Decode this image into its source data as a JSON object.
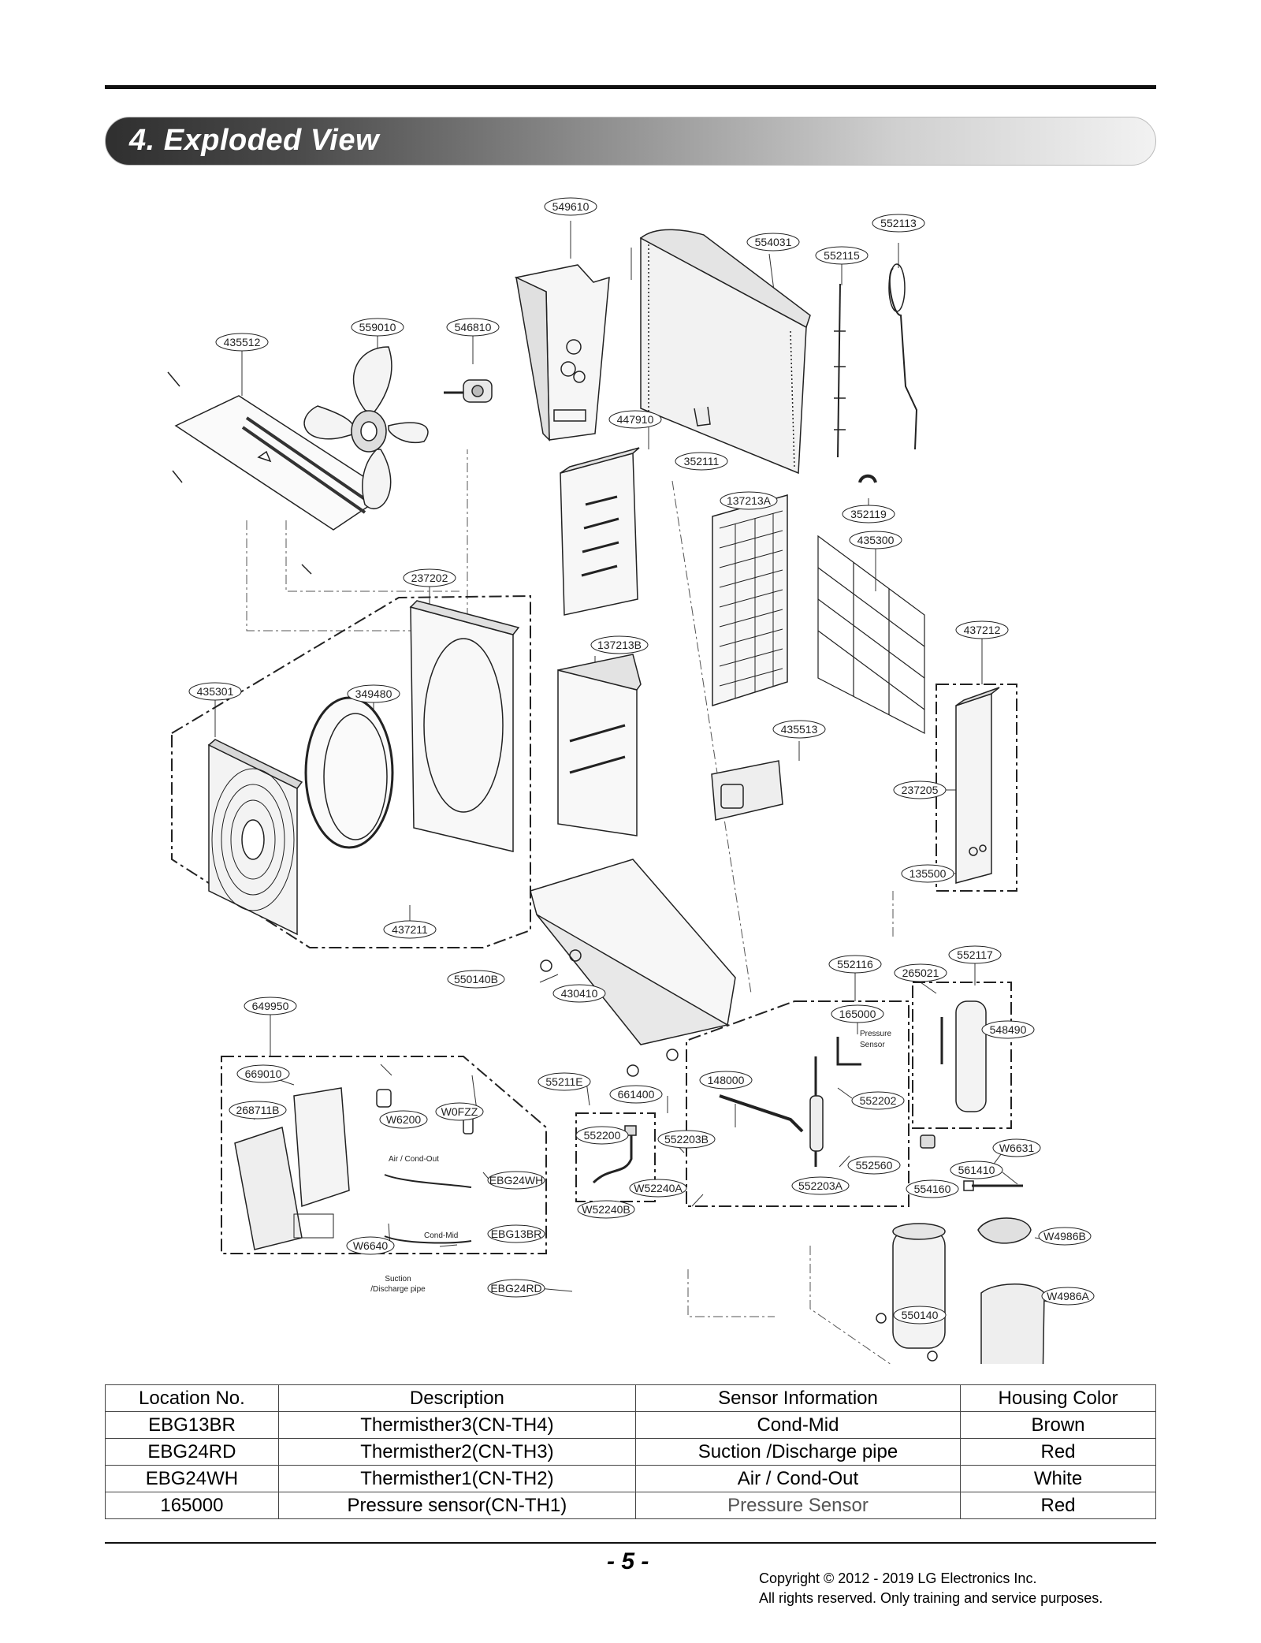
{
  "section_title": "4. Exploded View",
  "parts": [
    {
      "id": "549610"
    },
    {
      "id": "554031"
    },
    {
      "id": "552113"
    },
    {
      "id": "552115"
    },
    {
      "id": "435512"
    },
    {
      "id": "559010"
    },
    {
      "id": "546810"
    },
    {
      "id": "447910"
    },
    {
      "id": "352111"
    },
    {
      "id": "137213A"
    },
    {
      "id": "352119"
    },
    {
      "id": "435300"
    },
    {
      "id": "237202"
    },
    {
      "id": "137213B"
    },
    {
      "id": "437212"
    },
    {
      "id": "435301"
    },
    {
      "id": "349480"
    },
    {
      "id": "435513"
    },
    {
      "id": "237205"
    },
    {
      "id": "135500"
    },
    {
      "id": "437211"
    },
    {
      "id": "552117"
    },
    {
      "id": "552116"
    },
    {
      "id": "265021"
    },
    {
      "id": "550140B"
    },
    {
      "id": "430410"
    },
    {
      "id": "165000"
    },
    {
      "id": "548490"
    },
    {
      "id": "649950"
    },
    {
      "id": "669010"
    },
    {
      "id": "55211E"
    },
    {
      "id": "661400"
    },
    {
      "id": "148000"
    },
    {
      "id": "552202"
    },
    {
      "id": "268711B"
    },
    {
      "id": "W6200"
    },
    {
      "id": "W0FZZ"
    },
    {
      "id": "552200"
    },
    {
      "id": "552203B"
    },
    {
      "id": "W6631"
    },
    {
      "id": "552560"
    },
    {
      "id": "561410"
    },
    {
      "id": "EBG24WH"
    },
    {
      "id": "W52240A"
    },
    {
      "id": "552203A"
    },
    {
      "id": "554160"
    },
    {
      "id": "W52240B"
    },
    {
      "id": "EBG13BR"
    },
    {
      "id": "W6640"
    },
    {
      "id": "W4986B"
    },
    {
      "id": "EBG24RD"
    },
    {
      "id": "W4986A"
    },
    {
      "id": "550140"
    }
  ],
  "notes": {
    "pressure_sensor_1": "Pressure",
    "pressure_sensor_2": "Sensor",
    "air_cond_out": "Air / Cond-Out",
    "cond_mid": "Cond-Mid",
    "suction_1": "Suction",
    "suction_2": "/Discharge pipe"
  },
  "table": {
    "headers": [
      "Location No.",
      "Description",
      "Sensor Information",
      "Housing Color"
    ],
    "rows": [
      [
        "EBG13BR",
        "Thermisther3(CN-TH4)",
        "Cond-Mid",
        "Brown"
      ],
      [
        "EBG24RD",
        "Thermisther2(CN-TH3)",
        "Suction /Discharge pipe",
        "Red"
      ],
      [
        "EBG24WH",
        "Thermisther1(CN-TH2)",
        "Air / Cond-Out",
        "White"
      ],
      [
        "165000",
        "Pressure sensor(CN-TH1)",
        "Pressure Sensor",
        "Red"
      ]
    ]
  },
  "footer": {
    "page": "- 5 -",
    "copyright_line1": "Copyright © 2012 - 2019 LG Electronics Inc.",
    "copyright_line2": "All rights reserved. Only training and service purposes."
  }
}
